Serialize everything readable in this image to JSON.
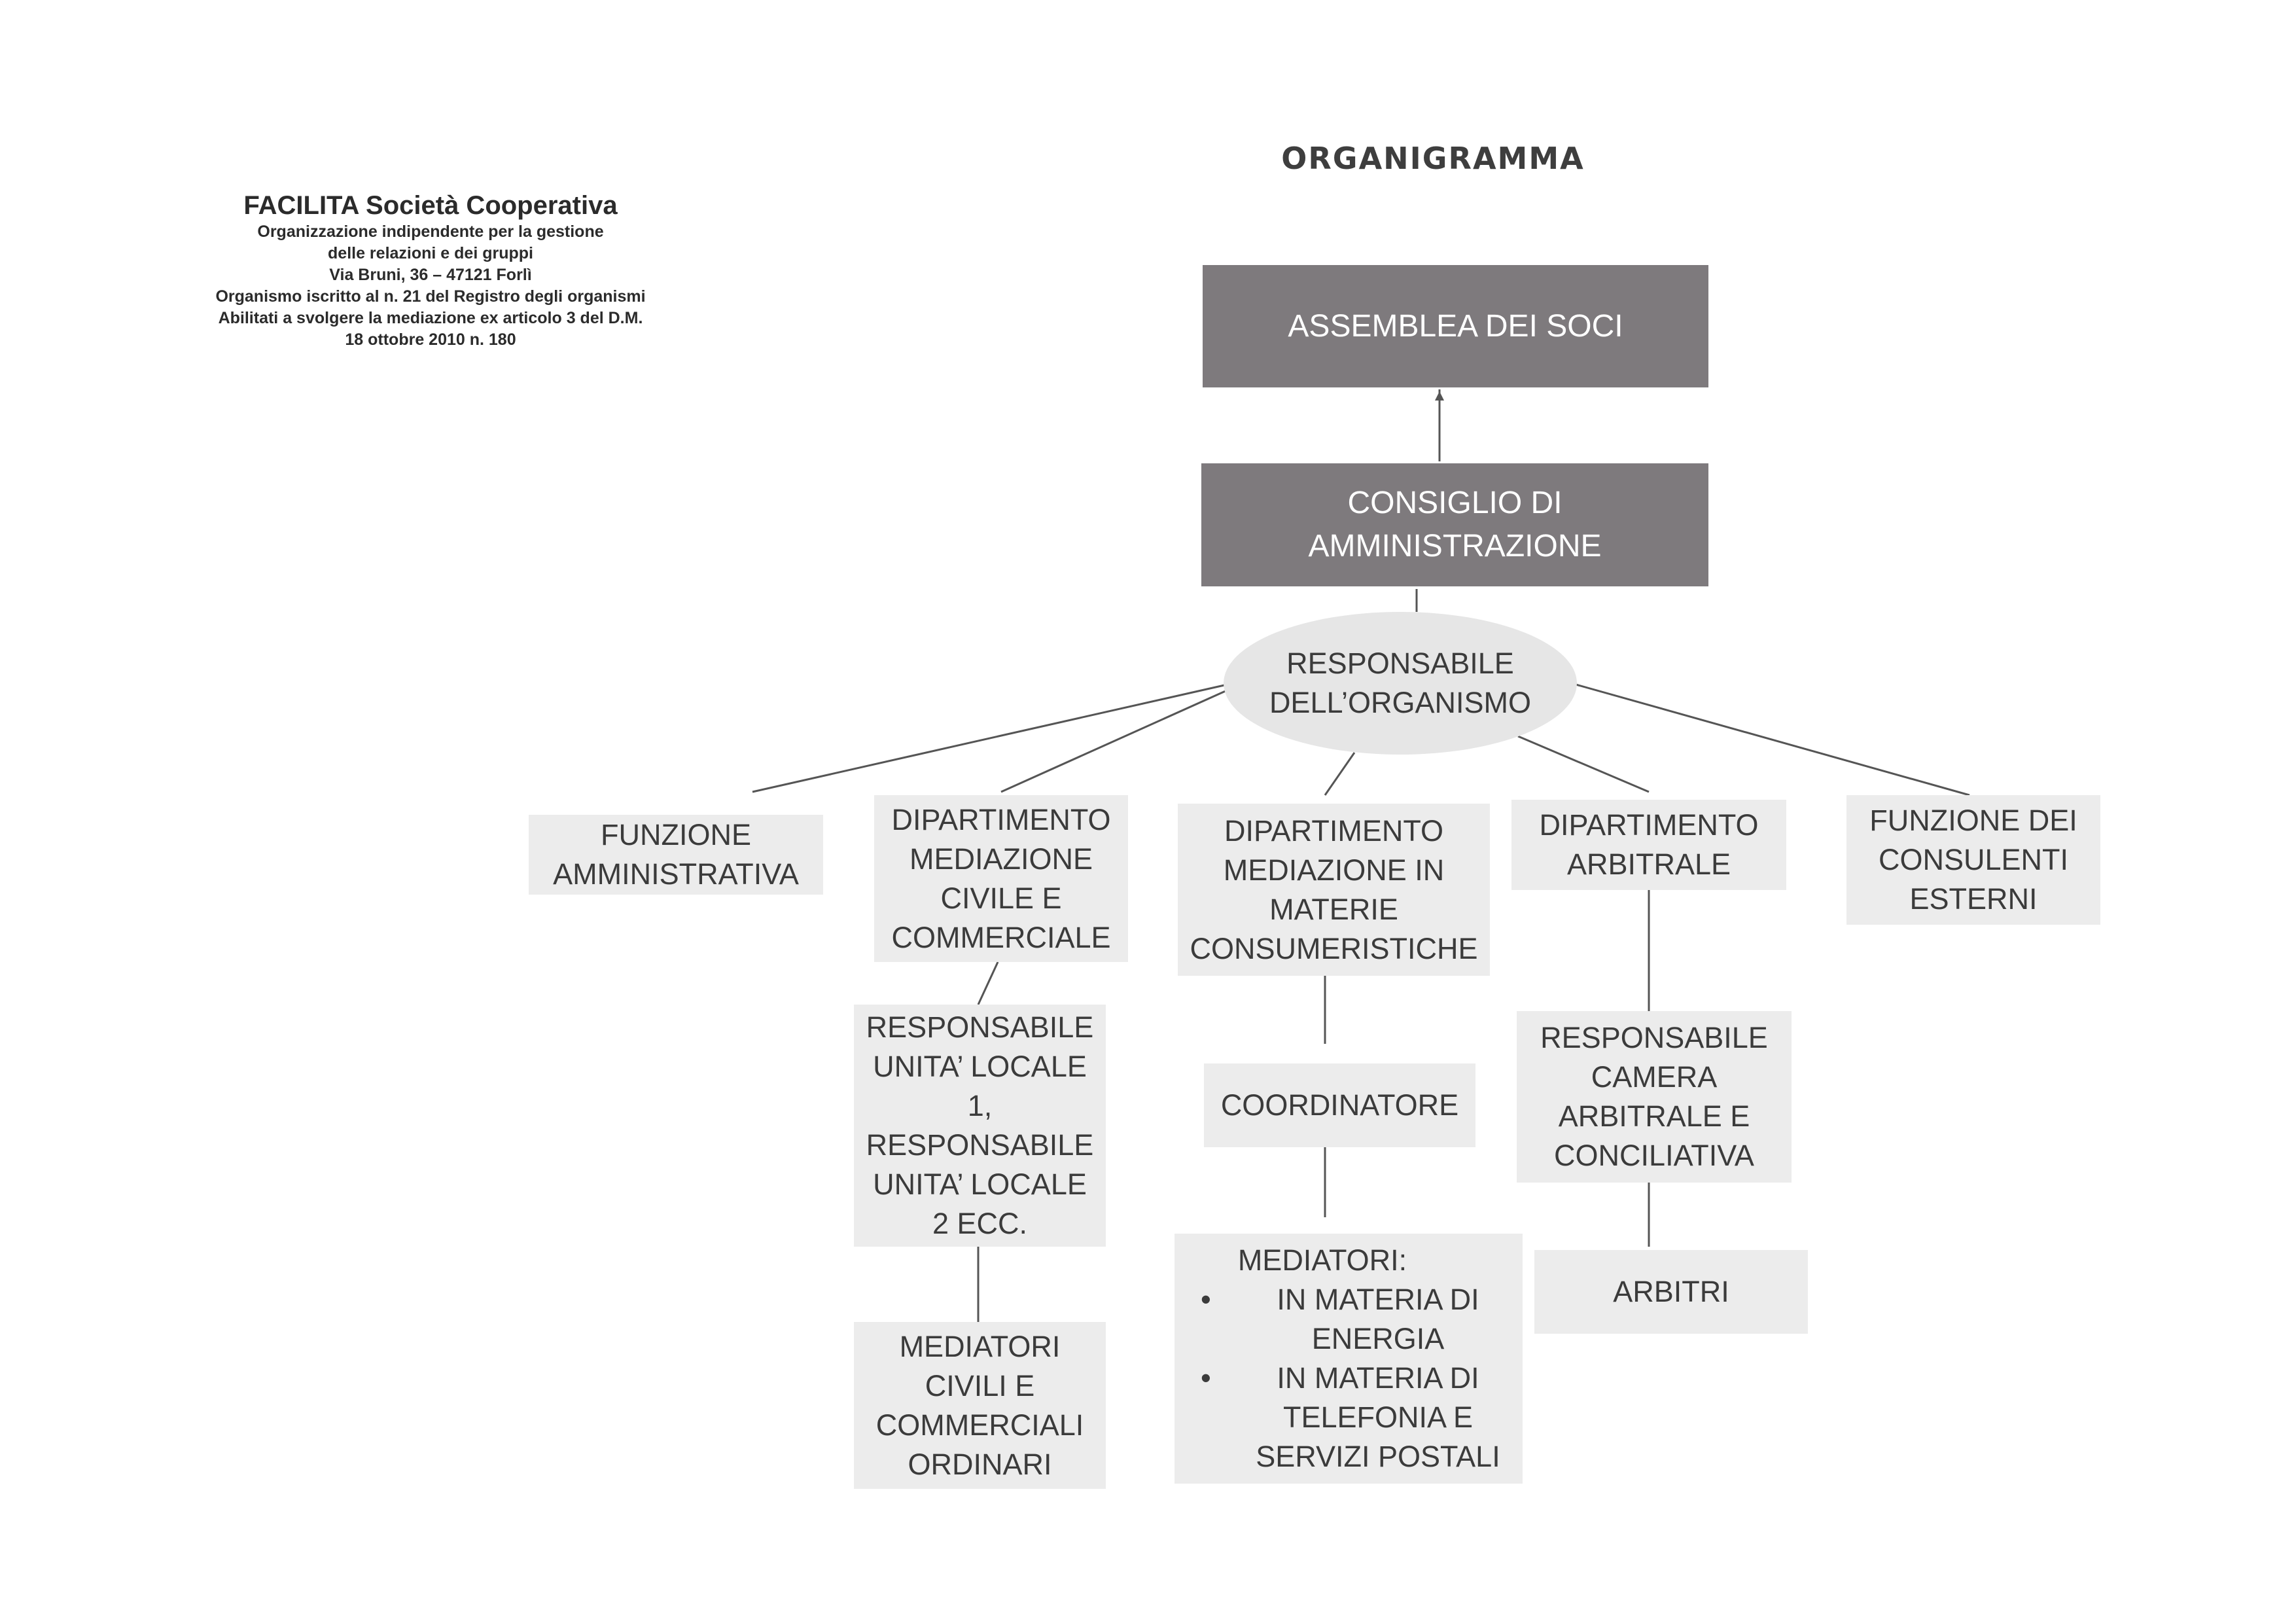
{
  "stamp": {
    "title": "FACILITA Società Cooperativa",
    "lines": [
      "Organizzazione indipendente per la gestione",
      "delle relazioni e dei gruppi",
      "Via Bruni, 36 – 47121 Forlì",
      "Organismo iscritto al n. 21 del Registro degli organismi",
      "Abilitati a svolgere la mediazione ex articolo 3 del D.M.",
      "18 ottobre 2010 n. 180"
    ]
  },
  "diagram": {
    "title": "ORGANIGRAMMA",
    "nodes": {
      "assemblea": [
        "ASSEMBLEA DEI SOCI"
      ],
      "consiglio": [
        "CONSIGLIO DI",
        "AMMINISTRAZIONE"
      ],
      "responsabile": [
        "RESPONSABILE",
        "DELL’ORGANISMO"
      ],
      "funzione_amministrativa": [
        "FUNZIONE",
        "AMMINISTRATIVA"
      ],
      "dip_civile": [
        "DIPARTIMENTO",
        "MEDIAZIONE",
        "CIVILE E",
        "COMMERCIALE"
      ],
      "dip_consumeristiche": [
        "DIPARTIMENTO",
        "MEDIAZIONE IN",
        "MATERIE",
        "CONSUMERISTICHE"
      ],
      "dip_arbitrale": [
        "DIPARTIMENTO",
        "ARBITRALE"
      ],
      "funzione_consulenti": [
        "FUNZIONE DEI",
        "CONSULENTI",
        "ESTERNI"
      ],
      "resp_unita": [
        "RESPONSABILE",
        "UNITA’ LOCALE",
        "1,",
        "RESPONSABILE",
        "UNITA’ LOCALE",
        "2 ECC."
      ],
      "coordinatore": [
        "COORDINATORE"
      ],
      "resp_camera": [
        "RESPONSABILE",
        "CAMERA",
        "ARBITRALE E",
        "CONCILIATIVA"
      ],
      "mediatori_civili": [
        "MEDIATORI",
        "CIVILI E",
        "COMMERCIALI",
        "ORDINARI"
      ],
      "mediatori_cons": {
        "heading": "MEDIATORI:",
        "bullet": "•",
        "items": [
          [
            "IN MATERIA DI",
            "ENERGIA"
          ],
          [
            "IN MATERIA DI",
            "TELEFONIA E",
            "SERVIZI POSTALI"
          ]
        ]
      },
      "arbitri": [
        "ARBITRI"
      ]
    }
  }
}
